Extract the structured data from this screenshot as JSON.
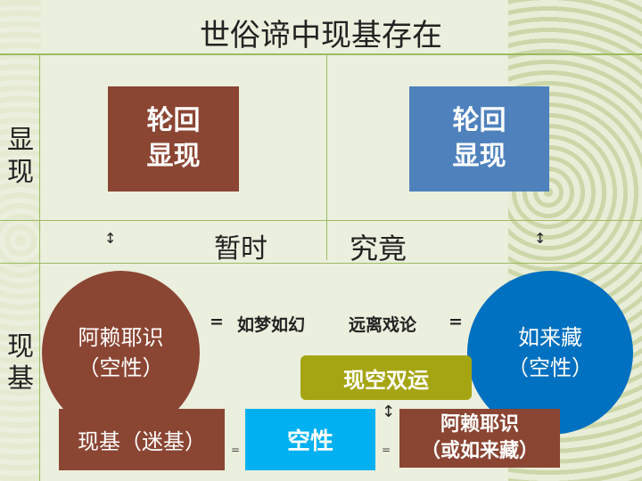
{
  "title": "世俗谛中现基存在",
  "side_labels": {
    "appearance": "显现",
    "basis": "现基"
  },
  "top_boxes": {
    "left": {
      "line1": "轮回",
      "line2": "显现",
      "color": "#8b4533"
    },
    "right": {
      "line1": "轮回",
      "line2": "显现",
      "color": "#4f81bd"
    }
  },
  "middle_row": {
    "temporary": "暂时",
    "ultimate": "究竟",
    "arrow": "↕"
  },
  "circles": {
    "left": {
      "line1": "阿赖耶识",
      "line2": "（空性）",
      "color": "#8b4533"
    },
    "right": {
      "line1": "如来藏",
      "line2": "（空性）",
      "color": "#0070c0"
    }
  },
  "equation": {
    "eq1": "=",
    "dream": "如梦如幻",
    "free": "远离戏论",
    "eq2": "="
  },
  "union_box": {
    "label": "现空双运",
    "color": "#a5a513"
  },
  "bottom": {
    "basis": {
      "label": "现基（迷基）",
      "color": "#8b4533"
    },
    "eq1": "=",
    "emptiness": {
      "label": "空性",
      "color": "#00b0f0"
    },
    "eq2": "=",
    "arrow": "↕",
    "alaya": {
      "line1": "阿赖耶识",
      "line2": "（或如来藏）",
      "color": "#8b4533"
    }
  }
}
